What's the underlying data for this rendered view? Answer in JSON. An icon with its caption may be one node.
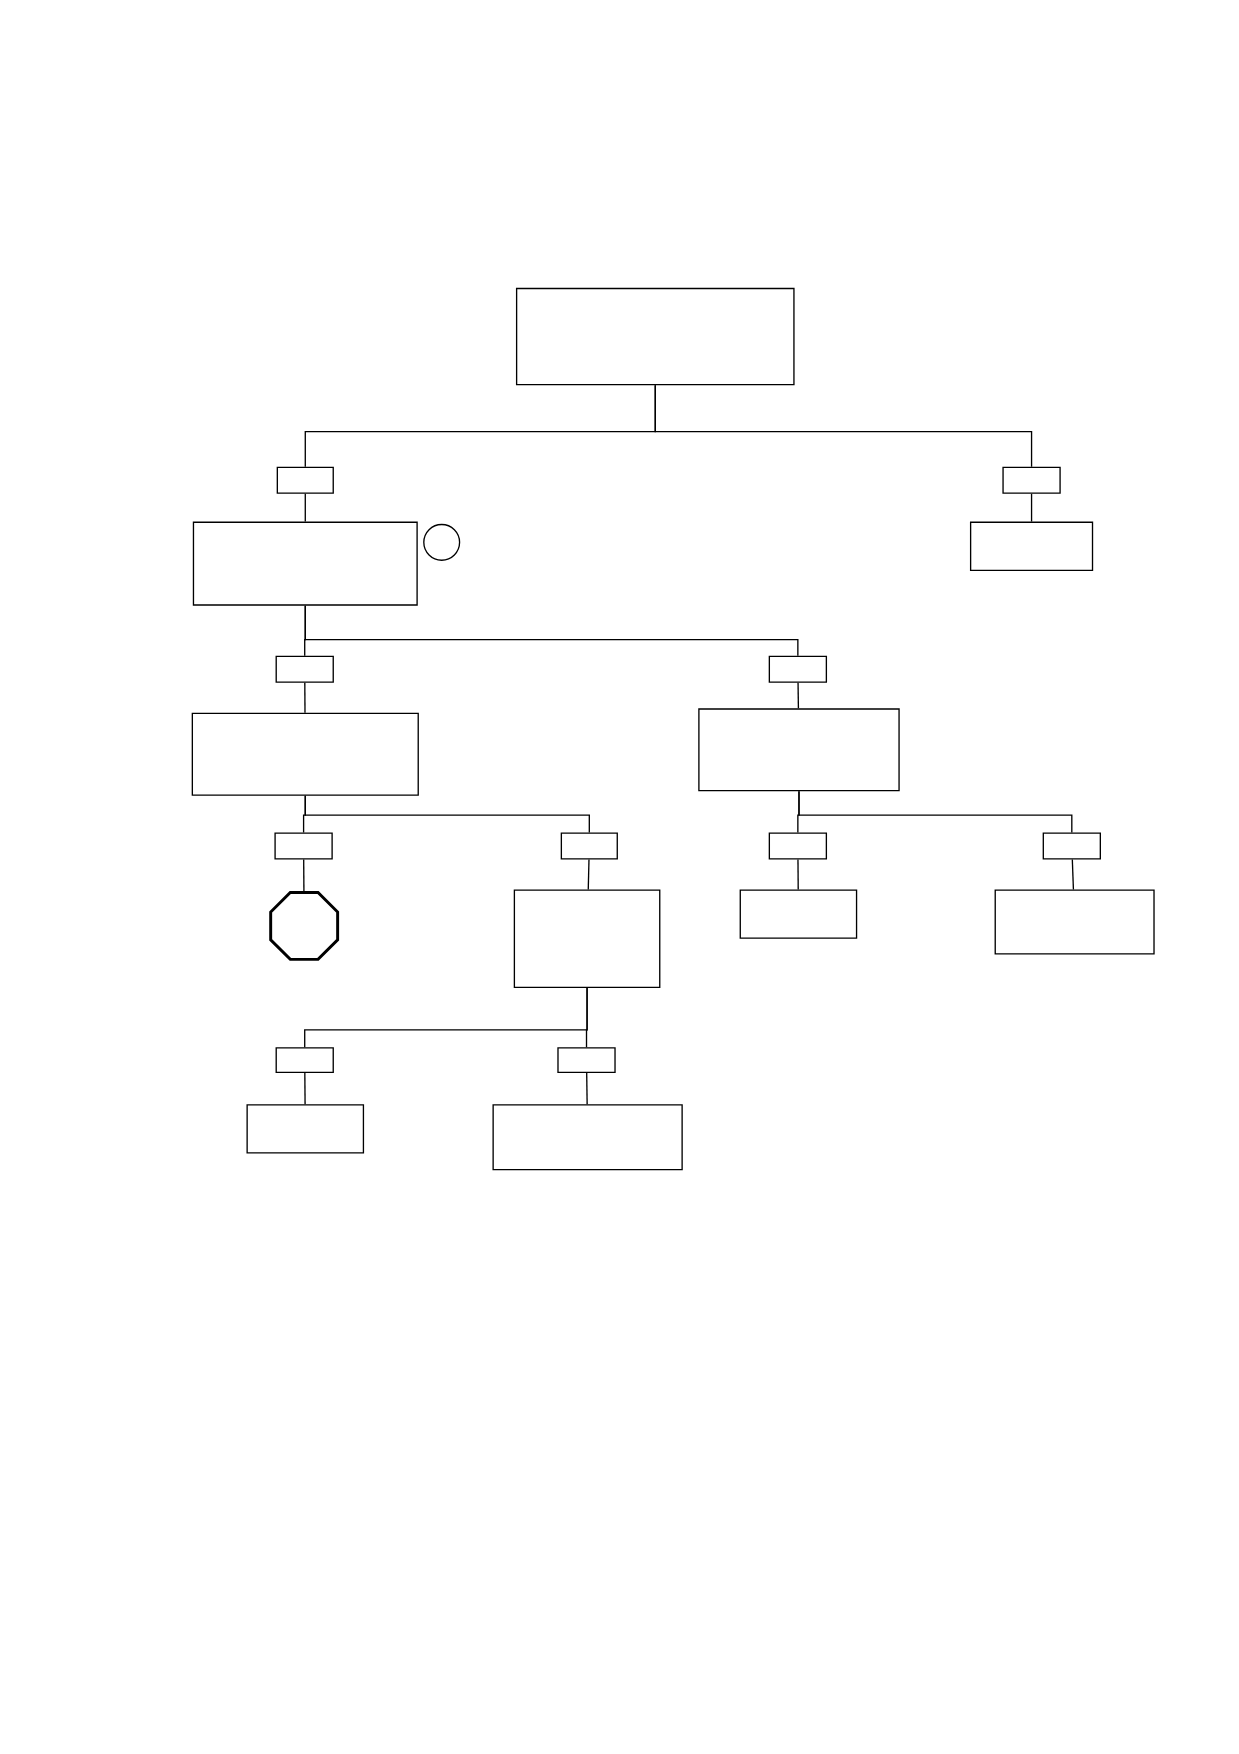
{
  "diagram": {
    "nodes": [
      {
        "text": [],
        "shape": "box"
      },
      {
        "text": [],
        "shape": "box"
      },
      {
        "text": [],
        "shape": "box"
      },
      {
        "text": [],
        "shape": "box"
      },
      {
        "text": [],
        "shape": "circle"
      },
      {
        "text": [],
        "shape": "box"
      },
      {
        "text": [],
        "shape": "box"
      },
      {
        "text": [],
        "shape": "box"
      },
      {
        "text": [],
        "shape": "box"
      },
      {
        "text": [],
        "shape": "box"
      },
      {
        "text": [],
        "shape": "box"
      },
      {
        "text": [],
        "shape": "box"
      },
      {
        "text": [],
        "shape": "box"
      },
      {
        "text": [],
        "shape": "box"
      },
      {
        "text": [],
        "shape": "octagon"
      },
      {
        "text": [],
        "shape": "box"
      },
      {
        "text": [],
        "shape": "box"
      },
      {
        "text": [],
        "shape": "box"
      },
      {
        "text": [],
        "shape": "box"
      },
      {
        "text": [],
        "shape": "box"
      },
      {
        "text": [],
        "shape": "box"
      },
      {
        "text": [],
        "shape": "box"
      }
    ],
    "edges": [
      {
        "from": 0,
        "to": 1,
        "arrow": "none"
      },
      {
        "from": 0,
        "to": 2,
        "arrow": "none"
      },
      {
        "from": 1,
        "to": 3,
        "arrow": "none"
      },
      {
        "from": 2,
        "to": 5,
        "arrow": "none"
      },
      {
        "from": 3,
        "to": 6,
        "arrow": "none"
      },
      {
        "from": 3,
        "to": 7,
        "arrow": "none"
      },
      {
        "from": 6,
        "to": 8,
        "arrow": "none"
      },
      {
        "from": 7,
        "to": 9,
        "arrow": "none"
      },
      {
        "from": 8,
        "to": 10,
        "arrow": "none"
      },
      {
        "from": 8,
        "to": 11,
        "arrow": "none"
      },
      {
        "from": 9,
        "to": 12,
        "arrow": "none"
      },
      {
        "from": 9,
        "to": 13,
        "arrow": "none"
      },
      {
        "from": 10,
        "to": 14,
        "arrow": "none"
      },
      {
        "from": 11,
        "to": 15,
        "arrow": "none"
      },
      {
        "from": 12,
        "to": 16,
        "arrow": "none"
      },
      {
        "from": 13,
        "to": 17,
        "arrow": "none"
      },
      {
        "from": 15,
        "to": 18,
        "arrow": "none"
      },
      {
        "from": 15,
        "to": 19,
        "arrow": "none"
      },
      {
        "from": 18,
        "to": 20,
        "arrow": "none"
      },
      {
        "from": 19,
        "to": 21,
        "arrow": "none"
      }
    ]
  }
}
